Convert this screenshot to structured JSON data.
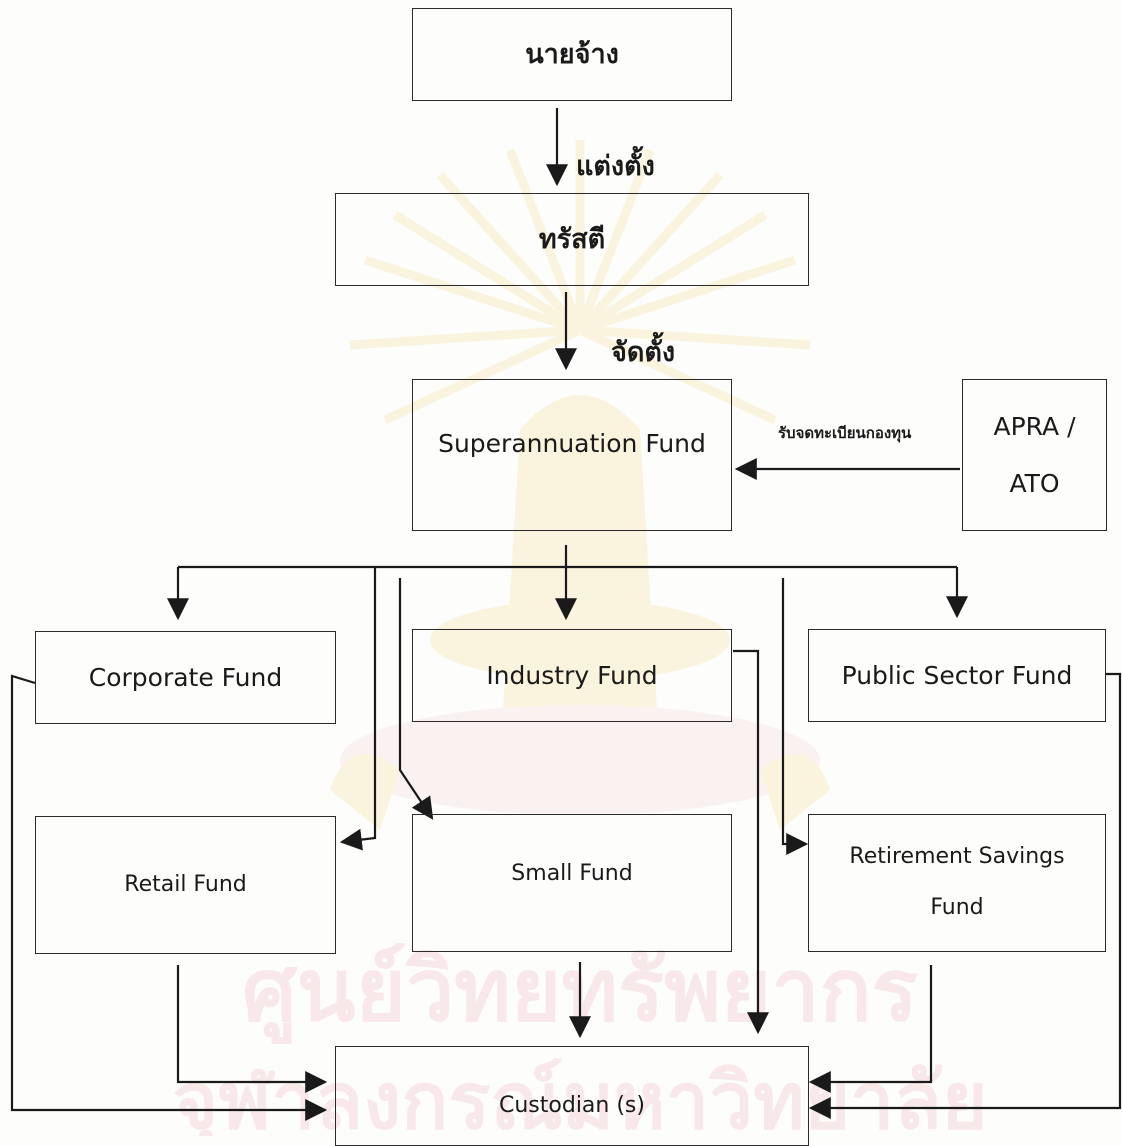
{
  "nodes": {
    "employer": "นายจ้าง",
    "trustee": "ทรัสตี",
    "superannuation_fund": "Superannuation Fund",
    "regulator": "APRA / ATO",
    "corporate_fund": "Corporate Fund",
    "industry_fund": "Industry Fund",
    "public_sector_fund": "Public Sector Fund",
    "retail_fund": "Retail Fund",
    "small_fund": "Small Fund",
    "retirement_savings_fund": "Retirement Savings Fund",
    "custodian": "Custodian (s)"
  },
  "edge_labels": {
    "appoint": "แต่งตั้ง",
    "establish": "จัดตั้ง",
    "register": "รับจดทะเบียนกองทุน"
  },
  "watermark": {
    "line1": "ศูนย์วิทยทรัพยากร",
    "line2": "จุฬาลงกรณ์มหาวิทยาลัย"
  },
  "colors": {
    "line": "#1a1a1a",
    "watermark_gold": "#e8b820",
    "watermark_red": "#e8a3b0"
  }
}
